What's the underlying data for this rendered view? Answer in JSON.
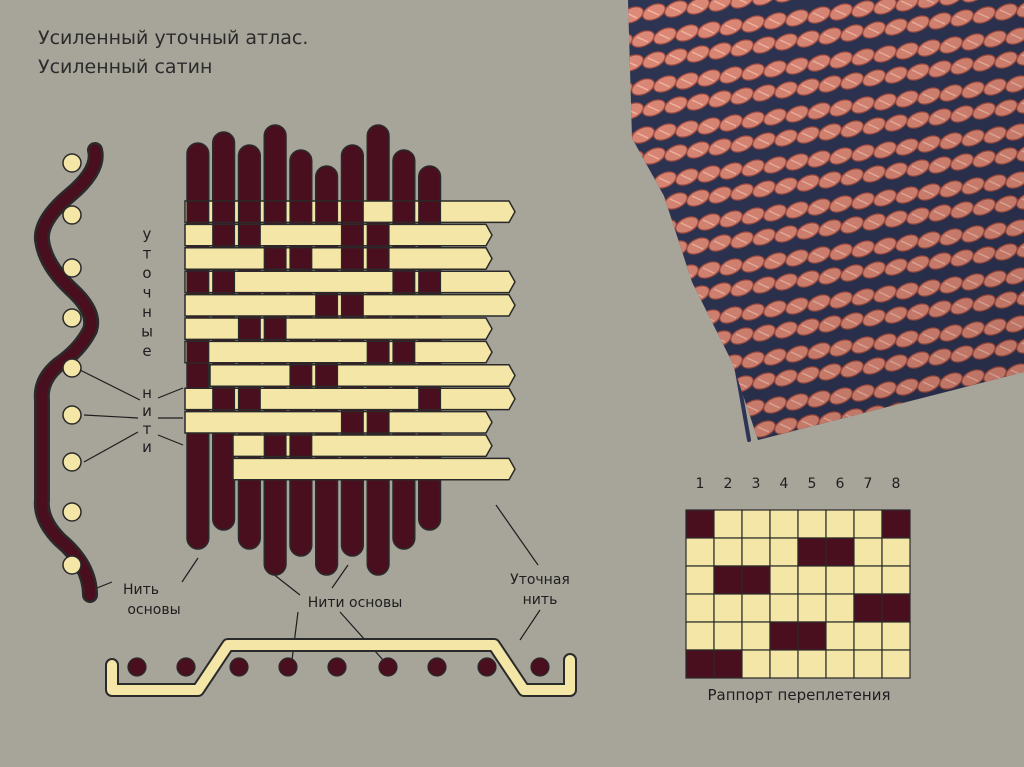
{
  "title": {
    "line1": "Усиленный уточный атлас.",
    "line2": "Усиленный сатин"
  },
  "labels": {
    "weft_threads_word1": "уточные",
    "weft_threads_word2": "нити",
    "warp_thread_line1": "Нить",
    "warp_thread_line2": "основы",
    "warp_threads": "Нити основы",
    "weft_thread_line1": "Уточная",
    "weft_thread_line2": "нить",
    "repeat_caption": "Раппорт переплетения"
  },
  "repeat": {
    "columns": [
      "1",
      "2",
      "3",
      "4",
      "5",
      "6",
      "7",
      "8"
    ],
    "rows": [
      [
        1,
        0,
        0,
        0,
        0,
        0,
        0,
        1
      ],
      [
        0,
        0,
        0,
        0,
        1,
        1,
        0,
        0
      ],
      [
        0,
        1,
        1,
        0,
        0,
        0,
        0,
        0
      ],
      [
        0,
        0,
        0,
        0,
        0,
        0,
        1,
        1
      ],
      [
        0,
        0,
        0,
        1,
        1,
        0,
        0,
        0
      ],
      [
        1,
        1,
        0,
        0,
        0,
        0,
        0,
        0
      ]
    ]
  },
  "colors": {
    "background": "#a7a49a",
    "warp": "#4a0f1f",
    "weft": "#f3e6a6",
    "outline": "#2a2a2a",
    "fabric_weft": "#e08a78",
    "fabric_warp": "#2e3554"
  }
}
